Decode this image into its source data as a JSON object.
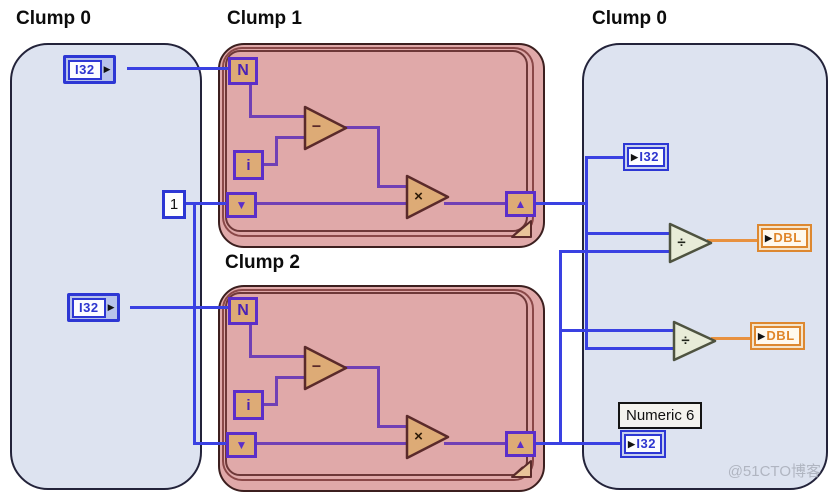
{
  "labels": {
    "clump0_left": "Clump 0",
    "clump1": "Clump 1",
    "clump2": "Clump 2",
    "clump0_right": "Clump 0"
  },
  "left_region": {
    "control1_label": "I32",
    "control2_label": "I32",
    "constant_value": "1"
  },
  "loop1": {
    "count_terminal": "N",
    "iteration_terminal": "i",
    "subtract_symbol": "−",
    "multiply_symbol": "×",
    "sr_down_glyph": "▼",
    "sr_up_glyph": "▲"
  },
  "loop2": {
    "count_terminal": "N",
    "iteration_terminal": "i",
    "subtract_symbol": "−",
    "multiply_symbol": "×",
    "sr_down_glyph": "▼",
    "sr_up_glyph": "▲"
  },
  "right_region": {
    "i32_top_label": "I32",
    "divide1_symbol": "÷",
    "divide2_symbol": "÷",
    "dbl_top_label": "DBL",
    "dbl_bottom_label": "DBL",
    "numeric_label": "Numeric 6",
    "i32_bottom_label": "I32"
  },
  "glyphs": {
    "terminal_arrow": "▶"
  },
  "colors": {
    "wire_blue": "#3a41e2",
    "wire_purple": "#7040b5",
    "wire_orange": "#e8913f",
    "region_fill": "#dde3f0",
    "loop_fill": "#e0a9a9",
    "loop_border": "#3c1f1f",
    "terminal_fill": "#ddab76",
    "terminal_border": "#5b2ec9",
    "io_blue": "#2d37d4",
    "io_orange": "#dd8830",
    "divide_fill": "#e8ecd8",
    "divide_border": "#4e5340"
  },
  "watermark": {
    "text": "@51CTO博客"
  }
}
